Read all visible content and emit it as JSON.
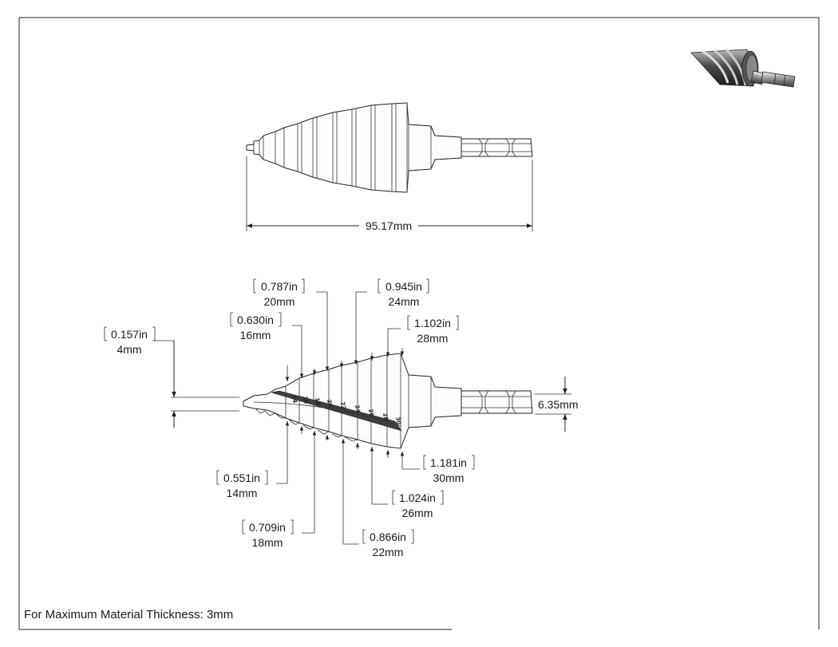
{
  "note": "For Maximum Material Thickness: 3mm",
  "overall_length": "95.17mm",
  "shank_size": "6.35mm",
  "dims": {
    "d4": {
      "in": "0.157in",
      "mm": "4mm"
    },
    "d14": {
      "in": "0.551in",
      "mm": "14mm"
    },
    "d16": {
      "in": "0.630in",
      "mm": "16mm"
    },
    "d18": {
      "in": "0.709in",
      "mm": "18mm"
    },
    "d20": {
      "in": "0.787in",
      "mm": "20mm"
    },
    "d22": {
      "in": "0.866in",
      "mm": "22mm"
    },
    "d24": {
      "in": "0.945in",
      "mm": "24mm"
    },
    "d26": {
      "in": "1.024in",
      "mm": "26mm"
    },
    "d28": {
      "in": "1.102in",
      "mm": "28mm"
    },
    "d30": {
      "in": "1.181in",
      "mm": "30mm"
    }
  },
  "step_marks": [
    "14",
    "16",
    "18",
    "20",
    "22",
    "24",
    "26",
    "28",
    "30"
  ]
}
